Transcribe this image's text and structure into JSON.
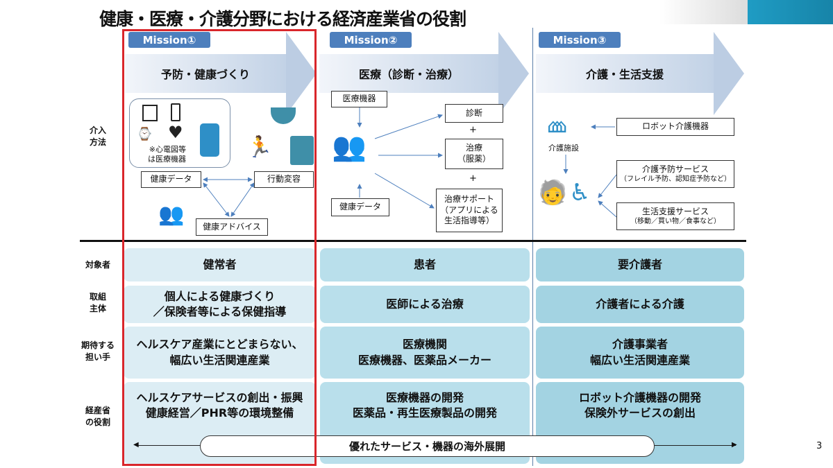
{
  "title": "健康・医療・介護分野における経済産業省の役割",
  "page_number": "3",
  "missions": [
    {
      "tag": "Mission①",
      "label": "予防・健康づくり"
    },
    {
      "tag": "Mission②",
      "label": "医療（診断・治療）"
    },
    {
      "tag": "Mission③",
      "label": "介護・生活支援"
    }
  ],
  "row_labels": {
    "method": "介入\n方法",
    "target": "対象者",
    "actor": "取組\n主体",
    "players": "期待する\n担い手",
    "role": "経産省\nの役割"
  },
  "diagram1": {
    "note": "※心電図等\nは医療機器",
    "health_data": "健康データ",
    "behavior": "行動変容",
    "advice": "健康アドバイス"
  },
  "diagram2": {
    "device": "医療機器",
    "health_data": "健康データ",
    "diagnosis": "診断",
    "treatment": "治療\n（服薬）",
    "support": "治療サポート\n（アプリによる\n生活指導等）",
    "plus": "+"
  },
  "diagram3": {
    "facility": "介護施設",
    "robot": "ロボット介護機器",
    "prevention": "介護予防サービス",
    "prevention_sub": "（フレイル予防、認知症予防など）",
    "living": "生活支援サービス",
    "living_sub": "（移動／買い物／食事など）"
  },
  "table": {
    "target": [
      "健常者",
      "患者",
      "要介護者"
    ],
    "actor": [
      "個人による健康づくり\n／保険者等による保健指導",
      "医師による治療",
      "介護者による介護"
    ],
    "players": [
      "ヘルスケア産業にとどまらない、\n幅広い生活関連産業",
      "医療機関\n医療機器、医薬品メーカー",
      "介護事業者\n幅広い生活関連産業"
    ],
    "role": [
      "ヘルスケアサービスの創出・振興\n健康経営／PHR等の環境整備",
      "医療機器の開発\n医薬品・再生医療製品の開発",
      "ロボット介護機器の開発\n保険外サービスの創出"
    ]
  },
  "overseas": "優れたサービス・機器の海外展開",
  "colors": {
    "highlight": "#d9262b",
    "mission": "#4d7fbd",
    "icon": "#2e8fc7"
  }
}
